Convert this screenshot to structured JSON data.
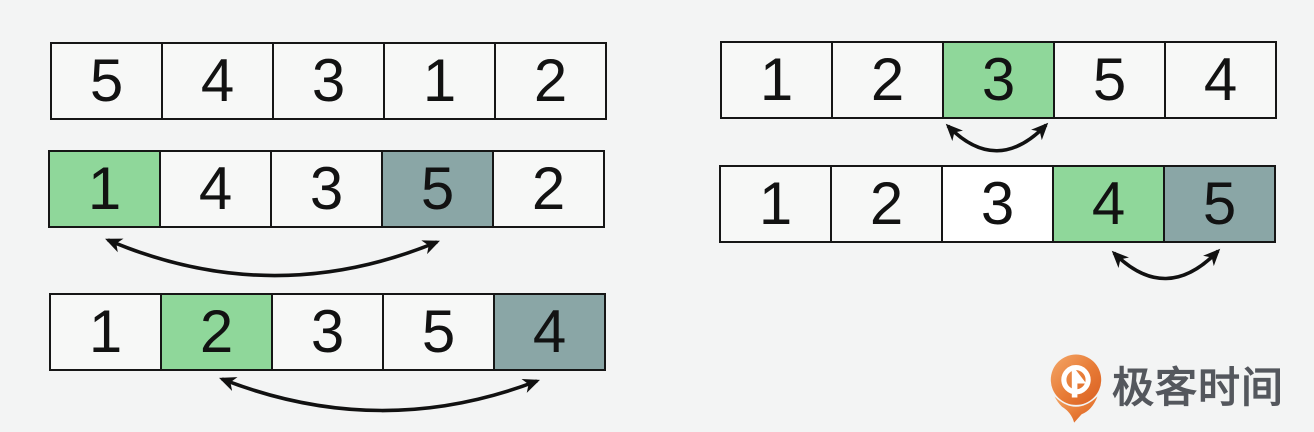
{
  "diagram": {
    "description_colors": {
      "background": "#f3f4f4",
      "cell_default_fill": "#f7f8f7",
      "cell_highlight_green": "#8fd79a",
      "cell_highlight_gray": "#8aa6a6",
      "cell_pure_white": "#ffffff",
      "border_color": "#161616",
      "arrow_color": "#111111",
      "logo_text_color": "#54575d",
      "logo_orange_light": "#f4a768",
      "logo_orange_dark": "#d95f22"
    },
    "arrays": [
      {
        "name": "left-step-1",
        "cells": [
          {
            "value": "5",
            "variant": "plain"
          },
          {
            "value": "4",
            "variant": "plain"
          },
          {
            "value": "3",
            "variant": "plain"
          },
          {
            "value": "1",
            "variant": "plain"
          },
          {
            "value": "2",
            "variant": "plain"
          }
        ],
        "swap": null
      },
      {
        "name": "left-step-2",
        "cells": [
          {
            "value": "1",
            "variant": "green"
          },
          {
            "value": "4",
            "variant": "plain"
          },
          {
            "value": "3",
            "variant": "plain"
          },
          {
            "value": "5",
            "variant": "gray"
          },
          {
            "value": "2",
            "variant": "plain"
          }
        ],
        "swap": {
          "from_index": 0,
          "to_index": 3
        }
      },
      {
        "name": "left-step-3",
        "cells": [
          {
            "value": "1",
            "variant": "plain"
          },
          {
            "value": "2",
            "variant": "green"
          },
          {
            "value": "3",
            "variant": "plain"
          },
          {
            "value": "5",
            "variant": "plain"
          },
          {
            "value": "4",
            "variant": "gray"
          }
        ],
        "swap": {
          "from_index": 1,
          "to_index": 4
        }
      },
      {
        "name": "right-step-4",
        "cells": [
          {
            "value": "1",
            "variant": "plain"
          },
          {
            "value": "2",
            "variant": "plain"
          },
          {
            "value": "3",
            "variant": "green"
          },
          {
            "value": "5",
            "variant": "plain"
          },
          {
            "value": "4",
            "variant": "plain"
          }
        ],
        "swap": {
          "from_index": 2,
          "to_index": 2
        }
      },
      {
        "name": "right-step-5",
        "cells": [
          {
            "value": "1",
            "variant": "plain"
          },
          {
            "value": "2",
            "variant": "plain"
          },
          {
            "value": "3",
            "variant": "white"
          },
          {
            "value": "4",
            "variant": "green"
          },
          {
            "value": "5",
            "variant": "gray"
          }
        ],
        "swap": {
          "from_index": 3,
          "to_index": 4
        }
      }
    ],
    "logo": {
      "text": "极客时间",
      "icon": "geektime-logo-icon"
    }
  }
}
